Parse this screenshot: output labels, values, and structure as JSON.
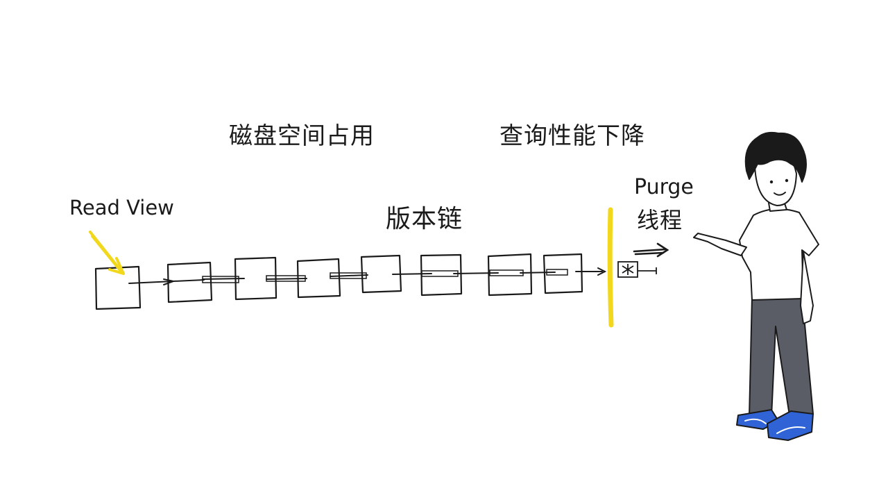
{
  "labels": {
    "disk_space": "磁盘空间占用",
    "query_perf": "查询性能下降",
    "version_chain": "版本链",
    "read_view": "Read View",
    "purge_line1": "Purge",
    "purge_line2": "线程"
  },
  "colors": {
    "ink": "#1a1a1a",
    "highlight": "#f2d81c",
    "pants": "#5b5d66",
    "shoes": "#2f63d6"
  },
  "icons": {
    "character": "person-pointing",
    "read_view_pointer": "yellow-arrow",
    "barrier": "yellow-vertical-line"
  }
}
